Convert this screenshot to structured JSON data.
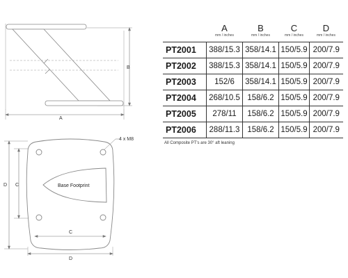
{
  "drawing": {
    "side_labels": {
      "a": "A",
      "b": "B"
    },
    "footprint_labels": {
      "c": "C",
      "d": "D",
      "bolts": "4 x M8",
      "center": "Base Footprint"
    }
  },
  "table": {
    "columns": [
      {
        "letter": "A",
        "unit": "mm / inches"
      },
      {
        "letter": "B",
        "unit": "mm / inches"
      },
      {
        "letter": "C",
        "unit": "mm / inches"
      },
      {
        "letter": "D",
        "unit": "mm / inches"
      }
    ],
    "rows": [
      {
        "model": "PT2001",
        "a": "388/15.3",
        "b": "358/14.1",
        "c": "150/5.9",
        "d": "200/7.9"
      },
      {
        "model": "PT2002",
        "a": "388/15.3",
        "b": "358/14.1",
        "c": "150/5.9",
        "d": "200/7.9"
      },
      {
        "model": "PT2003",
        "a": "152/6",
        "b": "358/14.1",
        "c": "150/5.9",
        "d": "200/7.9"
      },
      {
        "model": "PT2004",
        "a": "268/10.5",
        "b": "158/6.2",
        "c": "150/5.9",
        "d": "200/7.9"
      },
      {
        "model": "PT2005",
        "a": "278/11",
        "b": "158/6.2",
        "c": "150/5.9",
        "d": "200/7.9"
      },
      {
        "model": "PT2006",
        "a": "288/11.3",
        "b": "158/6.2",
        "c": "150/5.9",
        "d": "200/7.9"
      }
    ]
  },
  "footnote": "All Composite PT's are 30° aft leaning"
}
